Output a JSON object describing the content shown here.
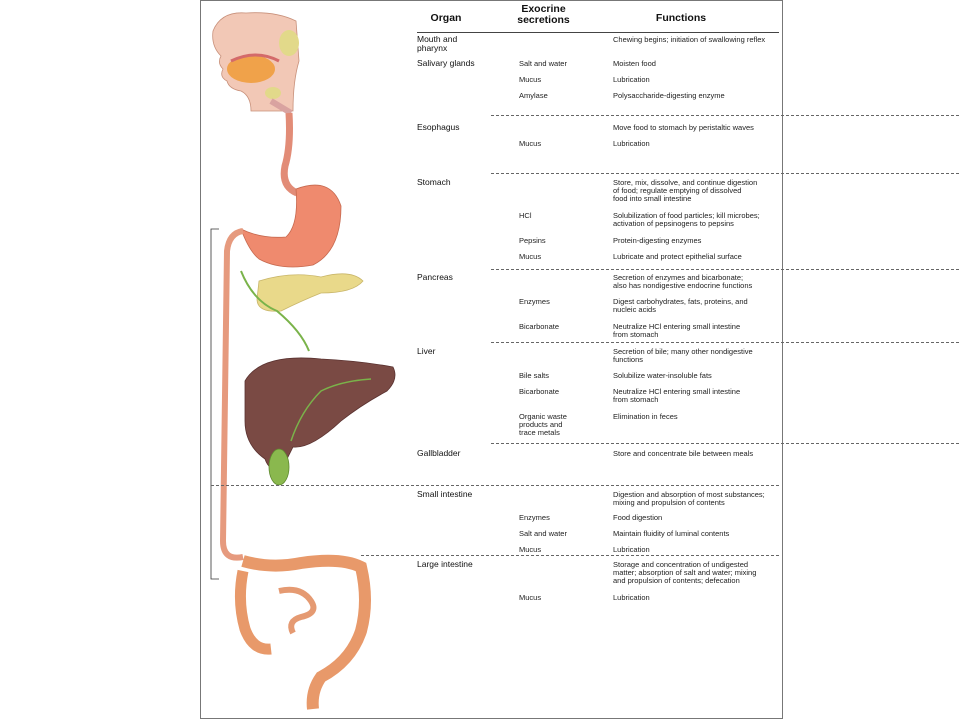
{
  "headers": {
    "organ": "Organ",
    "exocrine": "Exocrine\nsecretions",
    "functions": "Functions"
  },
  "rows": [
    {
      "organ": "Mouth and\npharynx",
      "secretion": "",
      "function": "Chewing begins; initiation of swallowing reflex"
    },
    {
      "organ": "Salivary glands",
      "secretion": "Salt and water",
      "function": "Moisten food"
    },
    {
      "organ": "",
      "secretion": "Mucus",
      "function": "Lubrication"
    },
    {
      "organ": "",
      "secretion": "Amylase",
      "function": "Polysaccharide-digesting enzyme"
    },
    {
      "organ": "Esophagus",
      "secretion": "",
      "function": "Move food to stomach by peristaltic waves"
    },
    {
      "organ": "",
      "secretion": "Mucus",
      "function": "Lubrication"
    },
    {
      "organ": "Stomach",
      "secretion": "",
      "function": "Store, mix, dissolve, and continue digestion\n  of food; regulate emptying of dissolved\n  food into small intestine"
    },
    {
      "organ": "",
      "secretion": "HCl",
      "function": "Solubilization of food particles; kill microbes;\n  activation of pepsinogens to pepsins"
    },
    {
      "organ": "",
      "secretion": "Pepsins",
      "function": "Protein-digesting enzymes"
    },
    {
      "organ": "",
      "secretion": "Mucus",
      "function": "Lubricate and protect epithelial surface"
    },
    {
      "organ": "Pancreas",
      "secretion": "",
      "function": "Secretion of enzymes and bicarbonate;\n  also has nondigestive endocrine functions"
    },
    {
      "organ": "",
      "secretion": "Enzymes",
      "function": "Digest carbohydrates, fats, proteins, and\n  nucleic acids"
    },
    {
      "organ": "",
      "secretion": "Bicarbonate",
      "function": "Neutralize HCl entering small intestine\n  from stomach"
    },
    {
      "organ": "Liver",
      "secretion": "",
      "function": "Secretion of bile; many other nondigestive\n  functions"
    },
    {
      "organ": "",
      "secretion": "Bile salts",
      "function": "Solubilize water-insoluble fats"
    },
    {
      "organ": "",
      "secretion": "Bicarbonate",
      "function": "Neutralize HCl entering small intestine\n  from stomach"
    },
    {
      "organ": "",
      "secretion": "Organic waste\n  products and\n  trace metals",
      "function": "Elimination in feces"
    },
    {
      "organ": "Gallbladder",
      "secretion": "",
      "function": "Store and concentrate bile between meals"
    },
    {
      "organ": "Small intestine",
      "secretion": "",
      "function": "Digestion and absorption of most substances;\n  mixing and propulsion of contents"
    },
    {
      "organ": "",
      "secretion": "Enzymes",
      "function": "Food digestion"
    },
    {
      "organ": "",
      "secretion": "Salt and water",
      "function": "Maintain fluidity of luminal contents"
    },
    {
      "organ": "",
      "secretion": "Mucus",
      "function": "Lubrication"
    },
    {
      "organ": "Large intestine",
      "secretion": "",
      "function": "Storage and concentration of undigested\n  matter; absorption of salt and water; mixing\n  and propulsion of contents; defecation"
    },
    {
      "organ": "",
      "secretion": "Mucus",
      "function": "Lubrication"
    }
  ],
  "colors": {
    "stomach": "#ee8a70",
    "pancreas": "#e9d98a",
    "liver": "#7a4a44",
    "bile_duct": "#7ab34a",
    "gallbladder": "#8ab84e",
    "intestine": "#e8996a",
    "head": "#f1c7b5"
  }
}
